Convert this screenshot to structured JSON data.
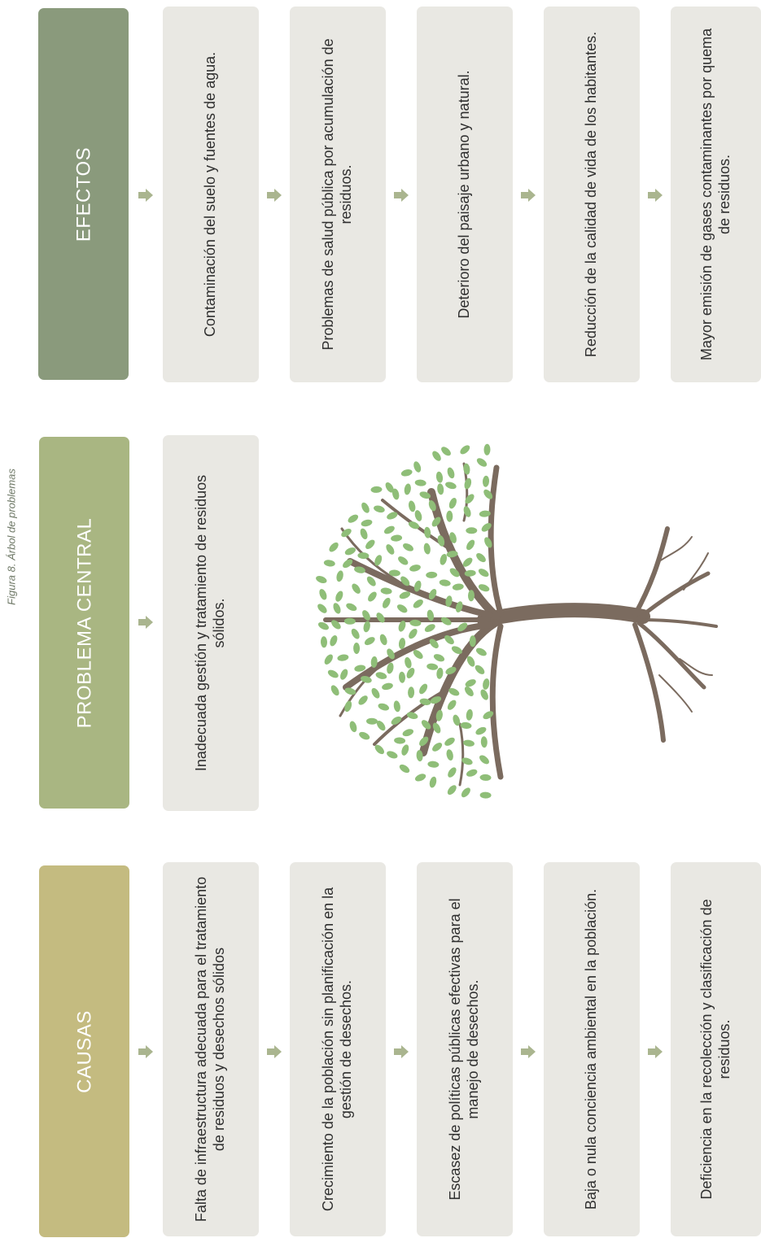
{
  "caption": "Figura 8. Árbol de problemas",
  "colors": {
    "causas": "#c4bb80",
    "problema": "#a9b682",
    "efectos": "#8a9a7c",
    "card": "#e9e8e3",
    "arrow": "#aab58f",
    "leaf": "#8fbe78",
    "trunk": "#7b6b5f"
  },
  "headers": {
    "causas": "CAUSAS",
    "problema": "PROBLEMA CENTRAL",
    "efectos": "EFECTOS"
  },
  "problem": "Inadecuada gestión y tratamiento de residuos sólidos.",
  "causes": [
    "Falta de infraestructura adecuada para el tratamiento de residuos y desechos sólidos",
    "Crecimiento de la población sin planificación en la gestión de desechos.",
    "Escasez de políticas públicas efectivas para el manejo de desechos.",
    "Baja o nula conciencia ambiental en la población.",
    "Deficiencia en la recolección y clasificación de residuos."
  ],
  "effects": [
    "Contaminación del suelo y fuentes de agua.",
    "Problemas de salud pública por acumulación de residuos.",
    "Deterioro del paisaje urbano y natural.",
    "Reducción de la calidad de vida de los habitantes.",
    "Mayor emisión de gases contaminantes por quema de residuos."
  ],
  "icons": {
    "arrow": "arrow-right-icon",
    "tree": "tree-icon"
  }
}
